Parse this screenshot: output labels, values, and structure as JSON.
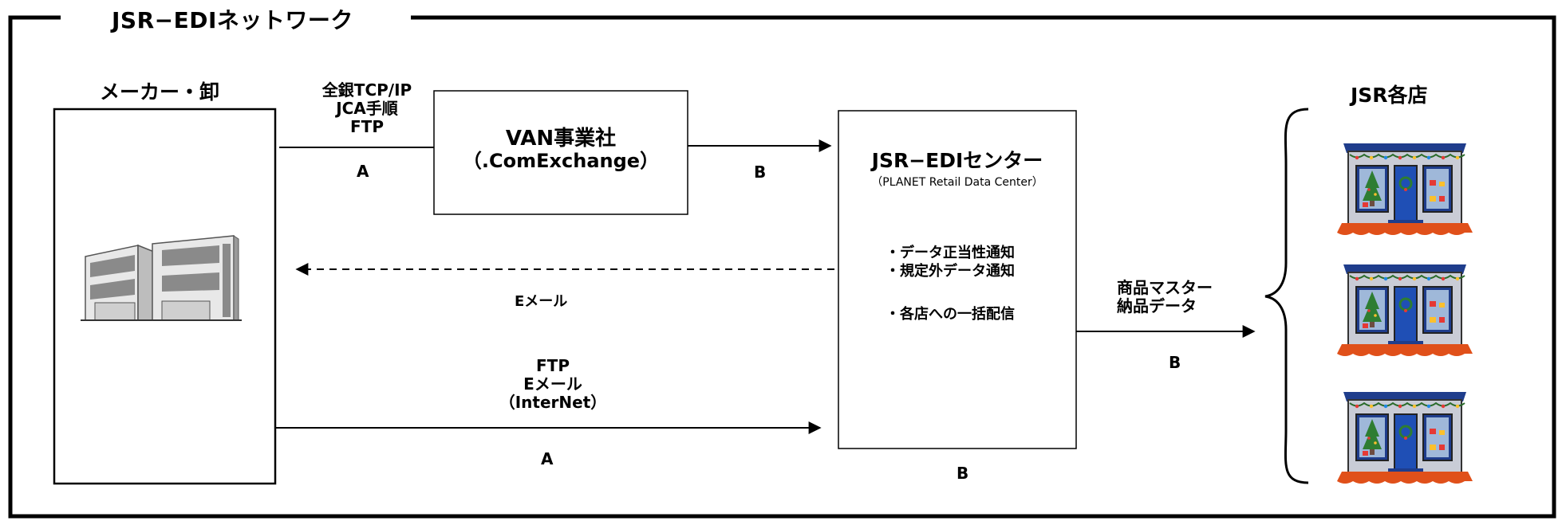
{
  "frame": {
    "title": "JSR−EDIネットワーク"
  },
  "maker": {
    "title": "メーカー・卸",
    "icon": "office-building-icon"
  },
  "van": {
    "line1": "VAN事業社",
    "line2": "（.ComExchange）"
  },
  "center": {
    "title": "JSR−EDIセンター",
    "subtitle": "（PLANET Retail Data Center）",
    "functions": [
      "・データ正当性通知",
      "・規定外データ通知",
      "・各店への一括配信"
    ],
    "grade": "B"
  },
  "stores": {
    "title": "JSR各店",
    "icon": "store-front-icon",
    "count": 3
  },
  "connections": {
    "maker_to_van": {
      "protocols": [
        "全銀TCP/IP",
        "JCA手順",
        "FTP"
      ],
      "grade": "A"
    },
    "van_to_center": {
      "grade": "B"
    },
    "center_to_maker": {
      "label": "Eメール",
      "style": "dashed"
    },
    "maker_to_center": {
      "protocols": [
        "FTP",
        "Eメール",
        "（InterNet）"
      ],
      "grade": "A"
    },
    "center_to_stores": {
      "data": [
        "商品マスター",
        "納品データ"
      ],
      "grade": "B"
    }
  },
  "colors": {
    "store_roof": "#1f3d8c",
    "store_base": "#e0501a",
    "store_door": "#1f4fb5",
    "tree": "#2e7d32"
  }
}
